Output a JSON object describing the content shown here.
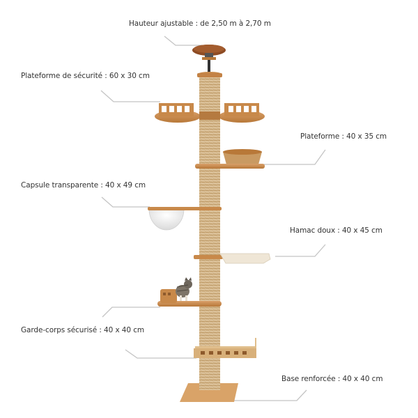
{
  "labels": {
    "height": "Hauteur ajustable : de 2,50 m à 2,70 m",
    "safety_platform": "Plateforme de sécurité : 60 x 30 cm",
    "platform": "Plateforme : 40 x 35 cm",
    "capsule": "Capsule transparente : 40 x 49 cm",
    "hammock": "Hamac doux : 40 x 45 cm",
    "guardrail": "Garde-corps sécurisé : 40 x 40 cm",
    "base": "Base renforcée : 40 x 40 cm"
  },
  "colors": {
    "wood": "#C8894A",
    "wood_dark": "#A8652E",
    "sisal": "#D9BE96",
    "sisal_dark": "#B89468",
    "cap": "#8B4A22",
    "leader": "#BDBDBD",
    "text": "#333333"
  }
}
